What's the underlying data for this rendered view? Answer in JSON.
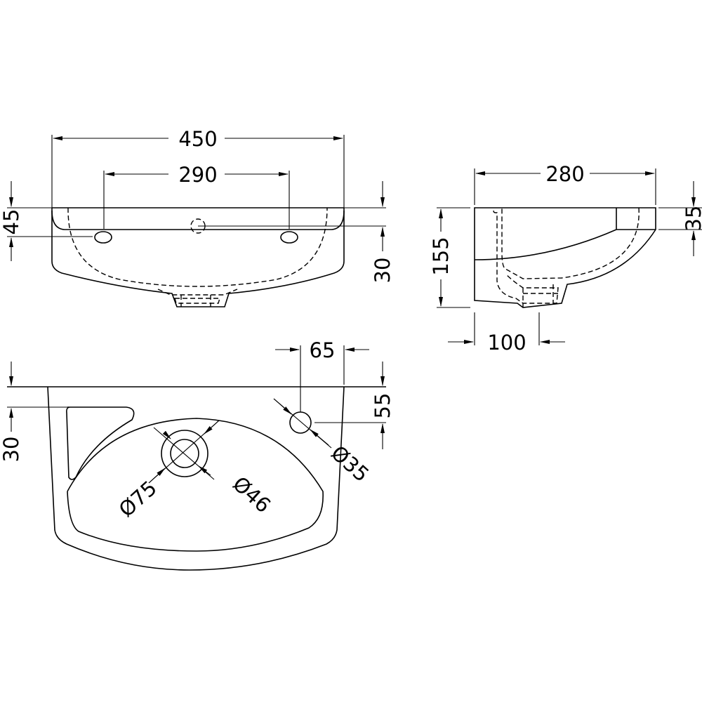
{
  "drawing": {
    "line_color": "#000000",
    "background": "#ffffff",
    "front_view": {
      "overall_width": "450",
      "tap_hole_centres": "290",
      "tap_hole_height": "45",
      "overflow_height": "30"
    },
    "side_view": {
      "depth": "280",
      "height": "155",
      "rim_thickness": "35",
      "waste_offset": "100"
    },
    "plan_view": {
      "rim_to_slot": "30",
      "tap_hole_offset": "65",
      "tap_hole_depth": "55",
      "tap_hole_diameter": "Ø35",
      "waste_outer_diameter": "Ø75",
      "waste_inner_diameter": "Ø46"
    }
  }
}
